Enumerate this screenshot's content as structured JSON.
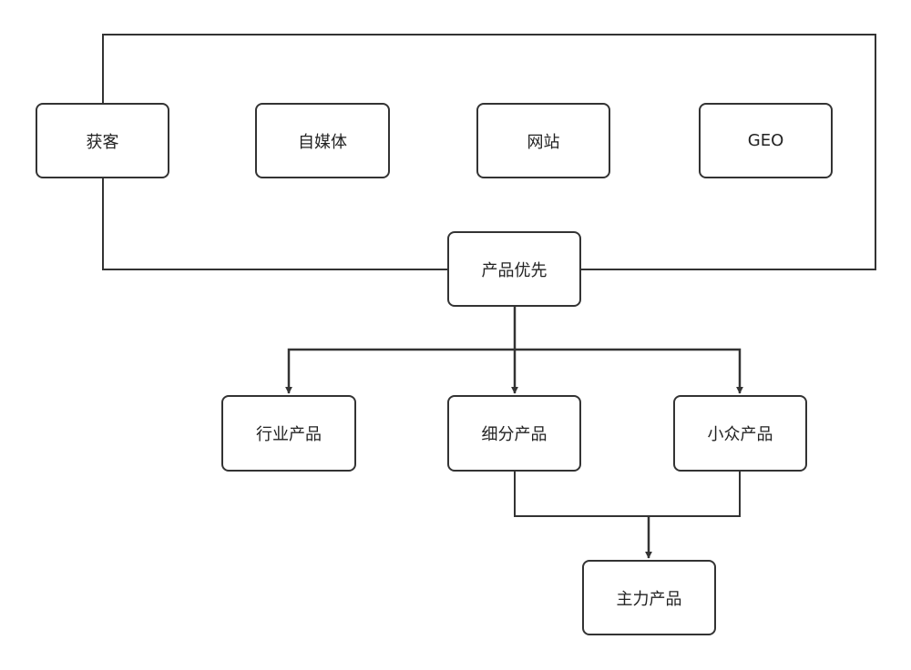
{
  "nodes": {
    "huoke": "获客",
    "zimeiti": "自媒体",
    "wangzhan": "网站",
    "geo": "GEO",
    "chanpin_youxian": "产品优先",
    "hangye_chanpin": "行业产品",
    "xifen_chanpin": "细分产品",
    "xiaozhong_chanpin": "小众产品",
    "zhuli_chanpin": "主力产品"
  },
  "colors": {
    "stroke": "#333333",
    "text": "#222222",
    "background": "#ffffff"
  }
}
